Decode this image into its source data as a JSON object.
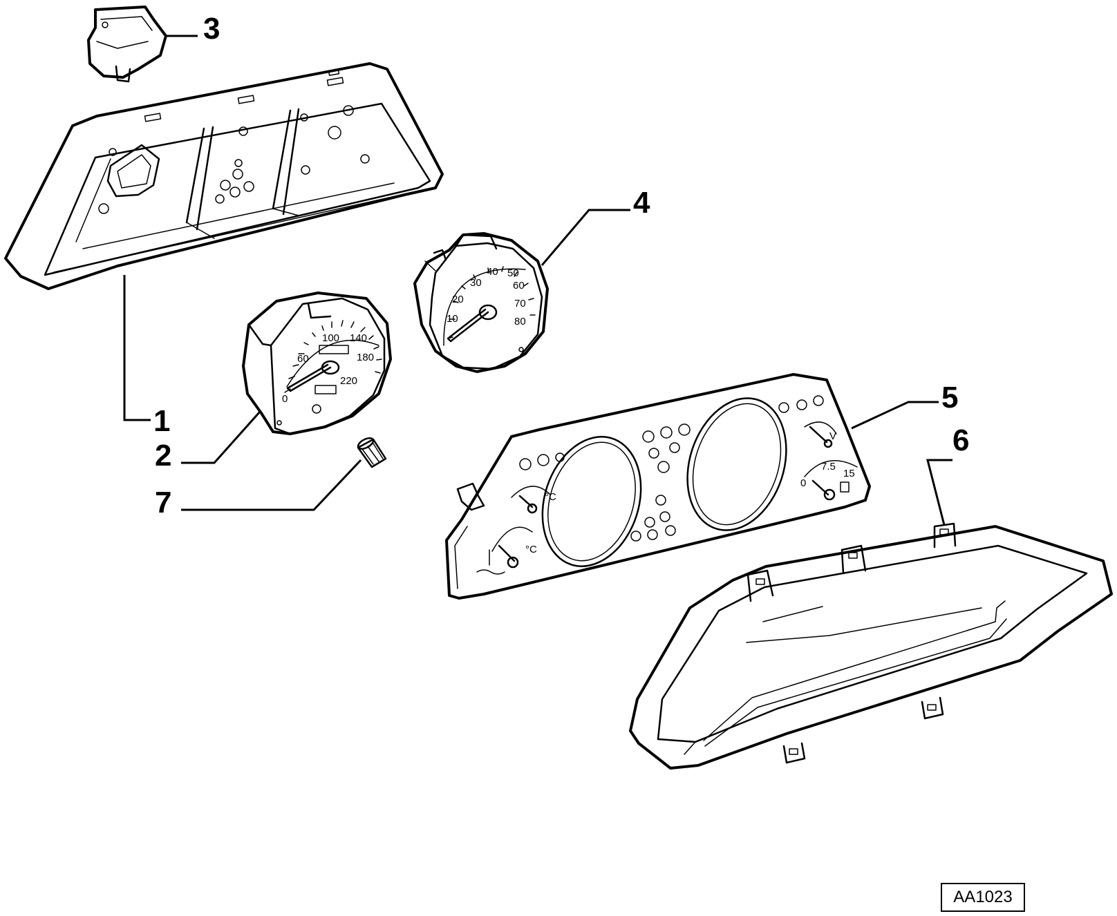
{
  "callouts": {
    "c1": "1",
    "c2": "2",
    "c3": "3",
    "c4": "4",
    "c5": "5",
    "c6": "6",
    "c7": "7"
  },
  "speedometer_scale": [
    "0",
    "60",
    "100",
    "140",
    "180",
    "220"
  ],
  "tachometer_scale": [
    "10",
    "20",
    "30",
    "40",
    "50",
    "60",
    "70",
    "80"
  ],
  "gauge_labels": {
    "volt": "V",
    "temp_unit_a": "°C",
    "temp_unit_b": "°C",
    "fuel_mid": "7.5",
    "fuel_max": "15",
    "fuel_min": "0"
  },
  "reference_code": "AA1023"
}
